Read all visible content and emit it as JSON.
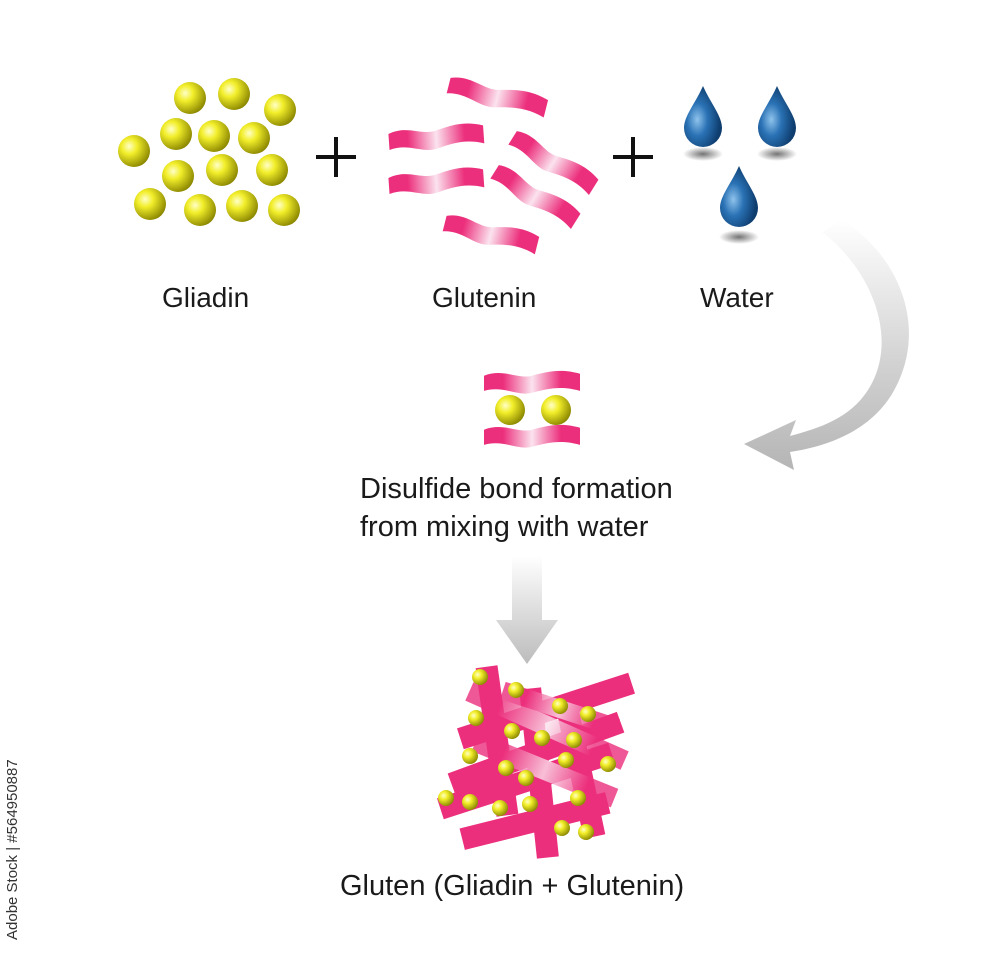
{
  "labels": {
    "gliadin": "Gliadin",
    "glutenin": "Glutenin",
    "water": "Water",
    "disulfide_line1": "Disulfide bond formation",
    "disulfide_line2": "from mixing with water",
    "gluten": "Gluten (Gliadin + Glutenin)",
    "plus": "+"
  },
  "watermark": {
    "stock_id": "Adobe Stock | #564950887"
  },
  "colors": {
    "gliadin_ball": "#e0dc10",
    "glutenin_ribbon": "#ec2f7c",
    "water_drop": "#1d5fa0",
    "arrow": "#c8c8c8",
    "text": "#1a1a1a"
  }
}
